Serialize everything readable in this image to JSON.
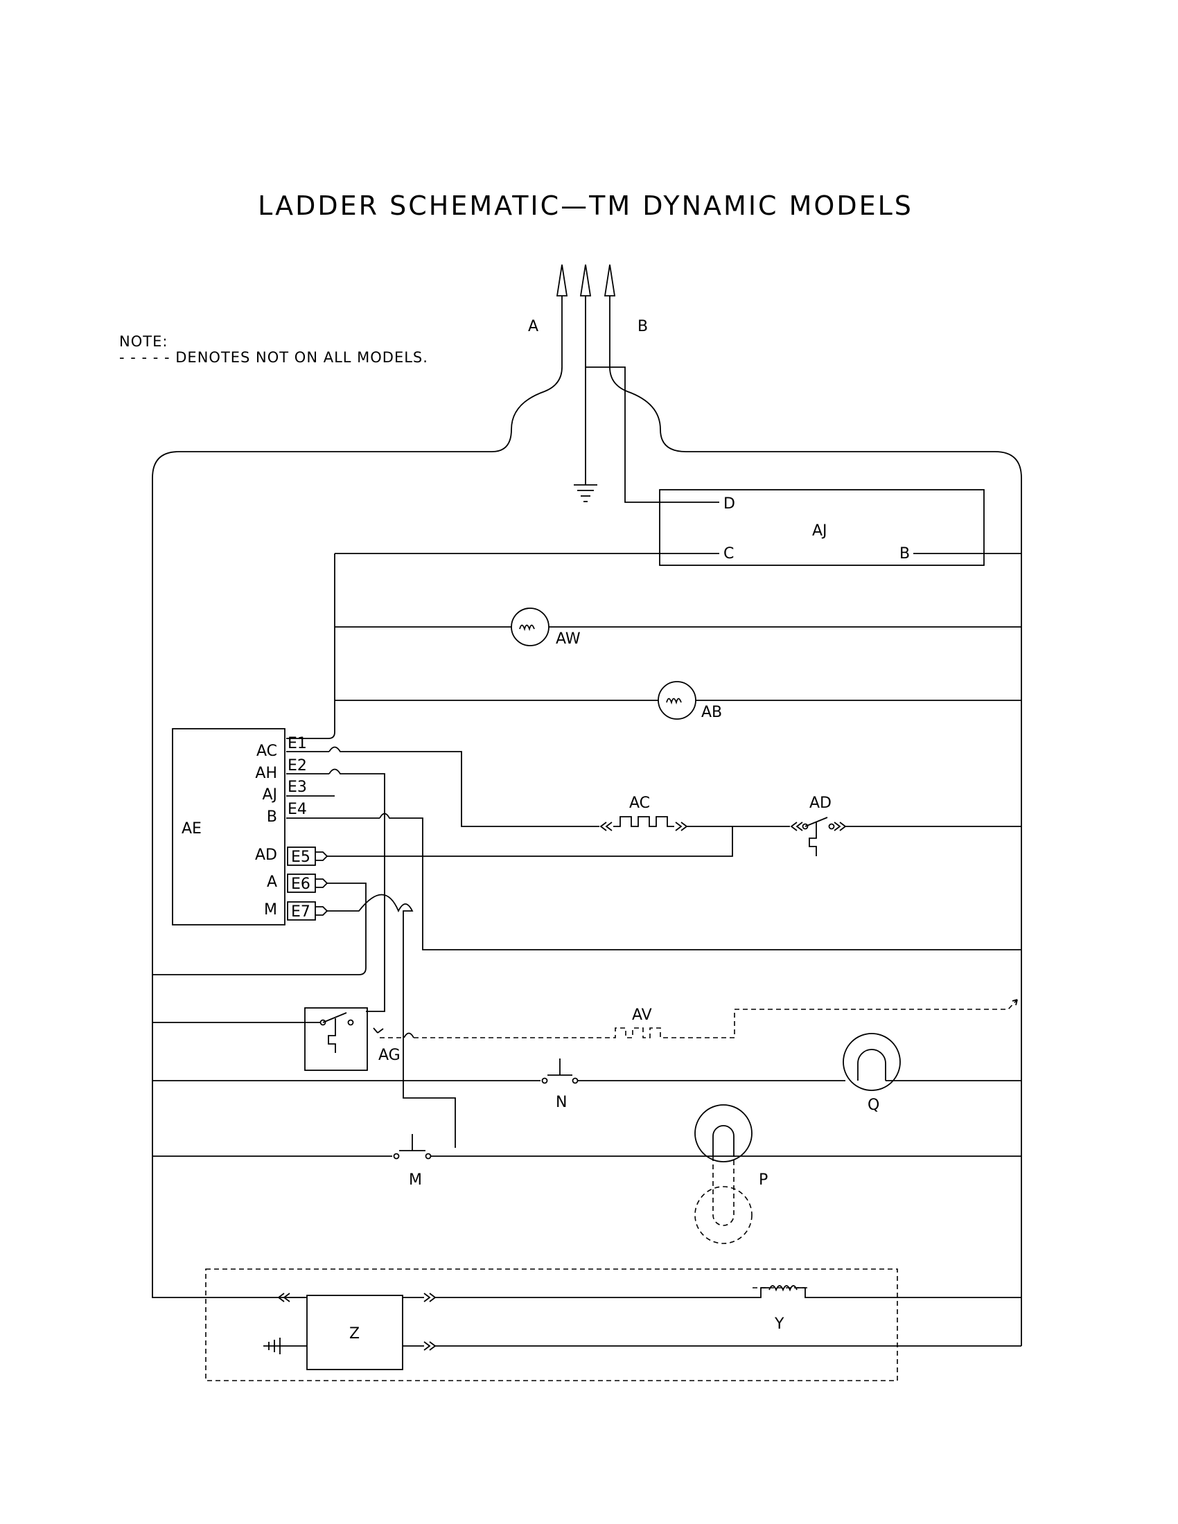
{
  "title": "LADDER SCHEMATIC—TM DYNAMIC MODELS",
  "note": {
    "heading": "NOTE:",
    "text": "- - - - - DENOTES NOT ON ALL MODELS."
  },
  "supply": {
    "line_a": "A",
    "line_b": "B"
  },
  "components": {
    "aj": {
      "name": "AJ",
      "term_d": "D",
      "term_c": "C",
      "term_b": "B"
    },
    "aw": "AW",
    "ab": "AB",
    "ac": "AC",
    "ad": "AD",
    "av": "AV",
    "ag": "AG",
    "n": "N",
    "q": "Q",
    "m": "M",
    "p": "P",
    "z": "Z",
    "y": "Y",
    "ae": {
      "name": "AE",
      "pins": [
        "AC",
        "AH",
        "AJ",
        "B",
        "AD",
        "A",
        "M"
      ],
      "terminals": [
        "E1",
        "E2",
        "E3",
        "E4",
        "E5",
        "E6",
        "E7"
      ]
    }
  }
}
